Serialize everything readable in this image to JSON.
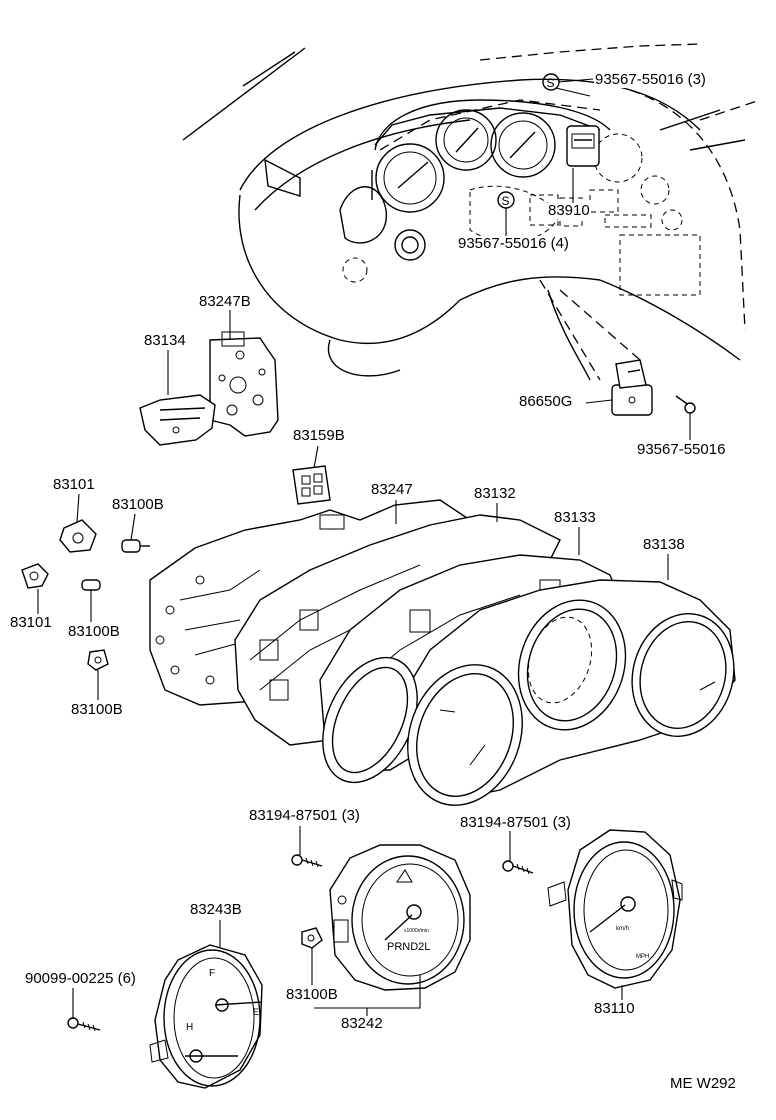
{
  "diagram_id": "ME W292",
  "callouts": [
    {
      "id": "c01",
      "text": "93567-55016 (3)"
    },
    {
      "id": "c02",
      "text": "83910"
    },
    {
      "id": "c03",
      "text": "93567-55016 (4)"
    },
    {
      "id": "c04",
      "text": "83247B"
    },
    {
      "id": "c05",
      "text": "83134"
    },
    {
      "id": "c06",
      "text": "86650G"
    },
    {
      "id": "c07",
      "text": "93567-55016"
    },
    {
      "id": "c08",
      "text": "83159B"
    },
    {
      "id": "c09",
      "text": "83101"
    },
    {
      "id": "c10",
      "text": "83100B"
    },
    {
      "id": "c11",
      "text": "83247"
    },
    {
      "id": "c12",
      "text": "83132"
    },
    {
      "id": "c13",
      "text": "83133"
    },
    {
      "id": "c14",
      "text": "83138"
    },
    {
      "id": "c15",
      "text": "83101"
    },
    {
      "id": "c16",
      "text": "83100B"
    },
    {
      "id": "c17",
      "text": "83100B"
    },
    {
      "id": "c18",
      "text": "83194-87501 (3)"
    },
    {
      "id": "c19",
      "text": "83194-87501 (3)"
    },
    {
      "id": "c20",
      "text": "83243B"
    },
    {
      "id": "c21",
      "text": "90099-00225 (6)"
    },
    {
      "id": "c22",
      "text": "83100B"
    },
    {
      "id": "c23",
      "text": "83242"
    },
    {
      "id": "c24",
      "text": "83110"
    }
  ],
  "gauge_text": {
    "fuel_f": "F",
    "fuel_e": "E",
    "temp_h": "H",
    "shift_indicator": "PRND2L",
    "tach_unit": "x1000r/min",
    "speedo_unit": "km/h",
    "speedo_unit_mph": "MPH"
  }
}
